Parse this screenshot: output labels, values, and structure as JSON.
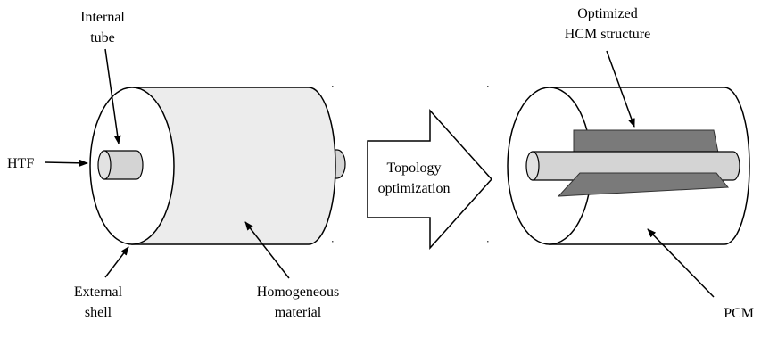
{
  "left_figure": {
    "labels": {
      "internal_tube_line1": "Internal",
      "internal_tube_line2": "tube",
      "htf": "HTF",
      "external_shell_line1": "External",
      "external_shell_line2": "shell",
      "homogeneous_line1": "Homogeneous",
      "homogeneous_line2": "material"
    },
    "colors": {
      "body_fill": "#ececec",
      "tube_fill": "#d4d4d4",
      "outline": "#000000"
    }
  },
  "center_arrow": {
    "label_line1": "Topology",
    "label_line2": "optimization",
    "fill": "#ffffff"
  },
  "right_figure": {
    "labels": {
      "optimized_line1": "Optimized",
      "optimized_line2": "HCM structure",
      "pcm": "PCM"
    },
    "colors": {
      "body_fill": "#ffffff",
      "tube_fill": "#d4d4d4",
      "fin_fill": "#7a7a7a",
      "outline": "#000000"
    }
  }
}
